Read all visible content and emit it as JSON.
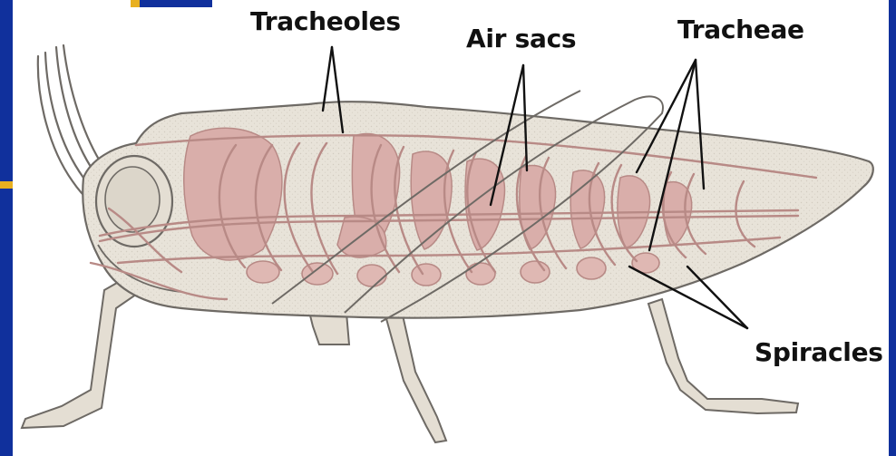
{
  "labels": {
    "tracheoles": "Tracheoles",
    "air_sacs": "Air sacs",
    "tracheae": "Tracheae",
    "spiracles": "Spiracles"
  },
  "colors": {
    "frame_blue": "#10309c",
    "frame_gold": "#e8b020",
    "body_fill": "#e7e1d6",
    "air_sac_fill": "#d9aeaa",
    "trachea_stroke": "#b88a86",
    "outline": "#6e6a65",
    "label_text": "#111111"
  }
}
